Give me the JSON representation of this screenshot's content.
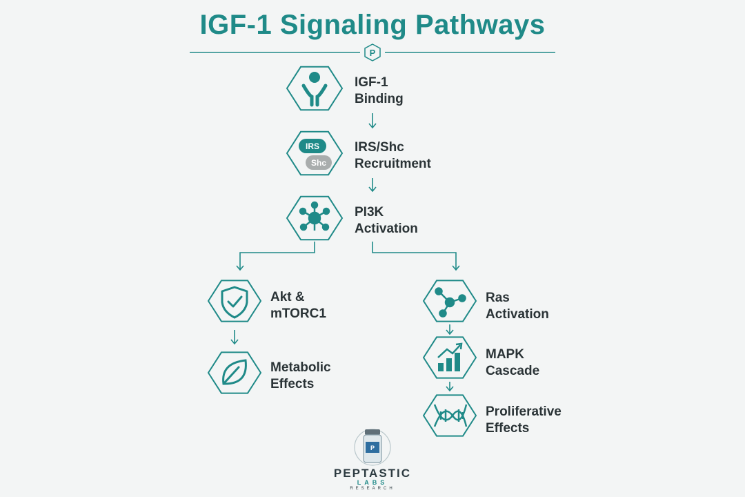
{
  "title": "IGF-1 Signaling Pathways",
  "colors": {
    "accent": "#1f8a88",
    "text": "#2a3336",
    "gray": "#a9adad"
  },
  "logo_mark": "P",
  "nodes": [
    {
      "id": "igf1",
      "icon": "receptor-icon",
      "lines": [
        "IGF-1",
        "Binding"
      ]
    },
    {
      "id": "irs",
      "icon": "irs-shc-pill-icon",
      "lines": [
        "IRS/Shc",
        "Recruitment"
      ],
      "pills": [
        "IRS",
        "Shc"
      ]
    },
    {
      "id": "pi3k",
      "icon": "network-hub-icon",
      "lines": [
        "PI3K",
        "Activation"
      ]
    },
    {
      "id": "akt",
      "icon": "shield-check-icon",
      "lines": [
        "Akt &",
        "mTORC1"
      ]
    },
    {
      "id": "metabolic",
      "icon": "leaf-icon",
      "lines": [
        "Metabolic",
        "Effects"
      ]
    },
    {
      "id": "ras",
      "icon": "molecule-icon",
      "lines": [
        "Ras",
        "Activation"
      ]
    },
    {
      "id": "mapk",
      "icon": "bar-growth-icon",
      "lines": [
        "MAPK",
        "Cascade"
      ]
    },
    {
      "id": "prolif",
      "icon": "dna-icon",
      "lines": [
        "Proliferative",
        "Effects"
      ]
    }
  ],
  "brand": {
    "name": "PEPTASTIC",
    "sub": "LABS",
    "sub2": "RESEARCH"
  }
}
